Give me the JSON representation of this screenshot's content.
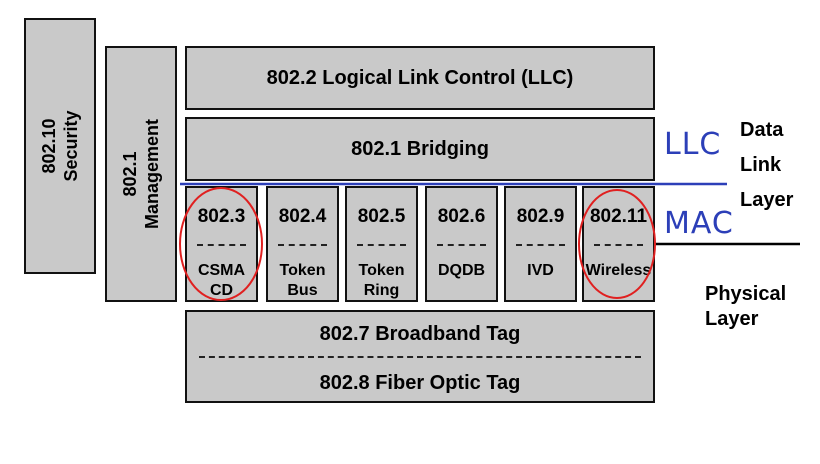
{
  "security": {
    "line1": "802.10",
    "line2": "Security"
  },
  "management": {
    "line1": "802.1",
    "line2": "Management"
  },
  "llc_box": {
    "label": "802.2 Logical Link Control (LLC)"
  },
  "bridging_box": {
    "label": "802.1 Bridging"
  },
  "mac_standards": [
    {
      "number": "802.3",
      "name": "CSMA\nCD"
    },
    {
      "number": "802.4",
      "name": "Token\nBus"
    },
    {
      "number": "802.5",
      "name": "Token\nRing"
    },
    {
      "number": "802.6",
      "name": "DQDB"
    },
    {
      "number": "802.9",
      "name": "IVD"
    },
    {
      "number": "802.11",
      "name": "Wireless"
    }
  ],
  "broadband": {
    "label": "802.7 Broadband Tag"
  },
  "fiber": {
    "label": "802.8 Fiber Optic Tag"
  },
  "annotations": {
    "llc": "LLC",
    "mac": "MAC"
  },
  "layers": {
    "data_link_1": "Data",
    "data_link_2": "Link",
    "data_link_3": "Layer",
    "physical_1": "Physical",
    "physical_2": "Layer"
  },
  "colors": {
    "box_fill": "#c9c9c9",
    "annotation_blue": "#2c3fb8",
    "circle_red": "#e02020"
  }
}
